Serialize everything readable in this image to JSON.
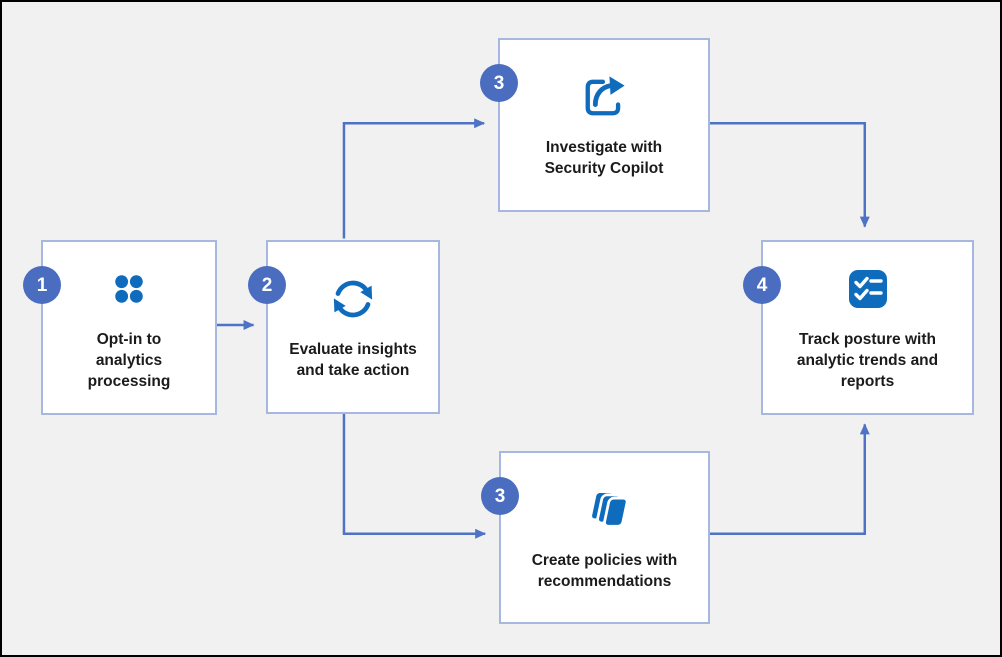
{
  "colors": {
    "background": "#f1f1f2",
    "outer_border": "#000000",
    "box_fill": "#ffffff",
    "box_border": "#a7b8e0",
    "connector": "#4e73c5",
    "badge": "#4a6dc0",
    "icon": "#0f6cbd",
    "text": "#1b1b1b"
  },
  "steps": [
    {
      "number": "1",
      "icon": "apps-dots-icon",
      "label": "Opt-in to\nanalytics\nprocessing"
    },
    {
      "number": "2",
      "icon": "sync-arrows-icon",
      "label": "Evaluate insights\nand take action"
    },
    {
      "number": "3",
      "icon": "share-arrow-icon",
      "label": "Investigate with\nSecurity Copilot"
    },
    {
      "number": "3",
      "icon": "stacked-policies-icon",
      "label": "Create policies with\nrecommendations"
    },
    {
      "number": "4",
      "icon": "checklist-icon",
      "label": "Track posture with\nanalytic trends and\nreports"
    }
  ],
  "connections": [
    {
      "from": "Opt-in to analytics processing",
      "to": "Evaluate insights and take action"
    },
    {
      "from": "Evaluate insights and take action",
      "to": "Investigate with Security Copilot"
    },
    {
      "from": "Evaluate insights and take action",
      "to": "Create policies with recommendations"
    },
    {
      "from": "Investigate with Security Copilot",
      "to": "Track posture with analytic trends and reports"
    },
    {
      "from": "Create policies with recommendations",
      "to": "Track posture with analytic trends and reports"
    }
  ]
}
